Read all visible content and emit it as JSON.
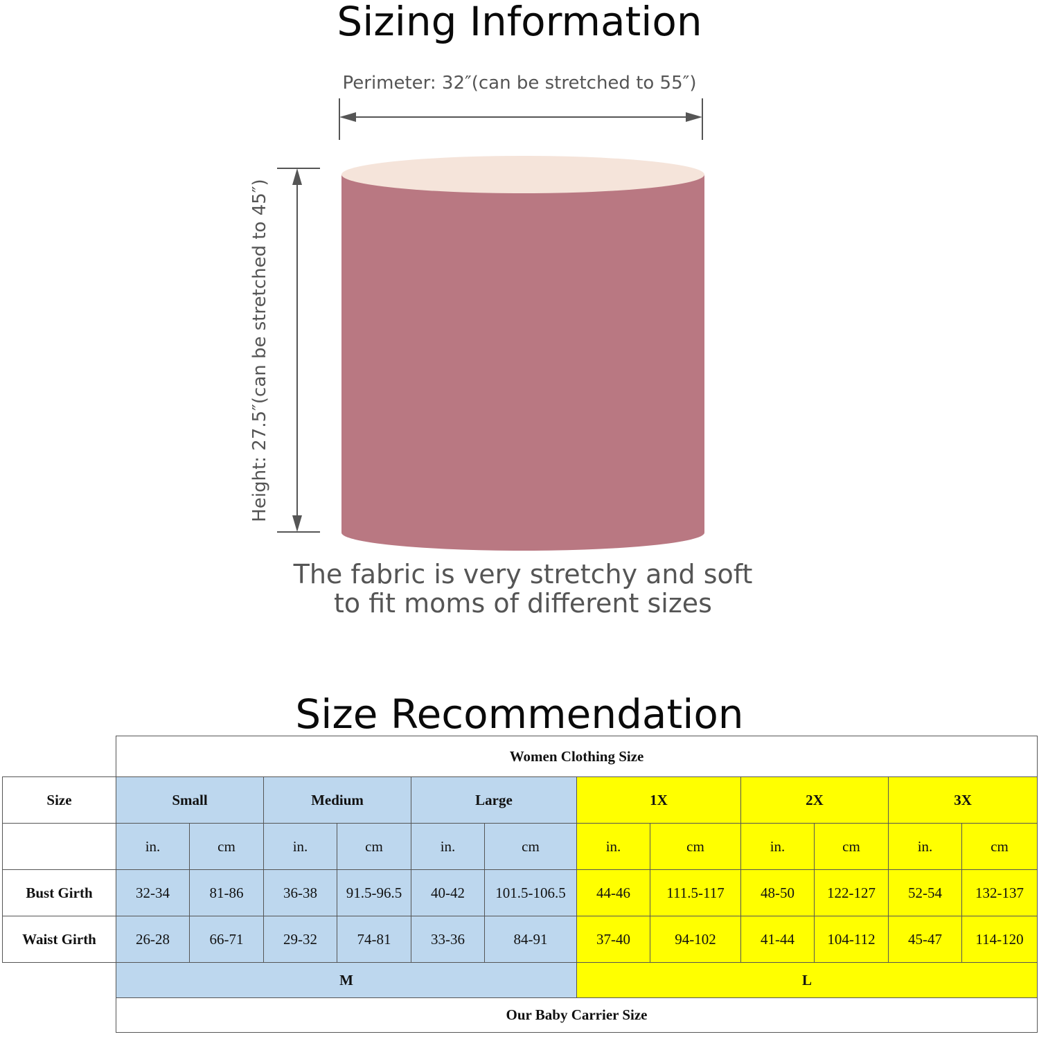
{
  "sizing": {
    "title": "Sizing Information",
    "perimeter_label": "Perimeter: 32″(can be stretched to 55″)",
    "height_label": "Height: 27.5″(can be stretched to 45″)",
    "message_line1": "The fabric is very stretchy and soft",
    "message_line2": "to fit moms of different sizes"
  },
  "colors": {
    "cylinder_body": "#b97882",
    "cylinder_top": "#f5e4da",
    "arrow": "#555555",
    "cell_blue": "#bdd7ee",
    "cell_yellow": "#ffff00"
  },
  "table": {
    "title": "Size Recommendation",
    "top_header": "Women Clothing Size",
    "size_header": "Size",
    "sizes": [
      "Small",
      "Medium",
      "Large",
      "1X",
      "2X",
      "3X"
    ],
    "unit_in": "in.",
    "unit_cm": "cm",
    "rows": [
      {
        "label": "Bust Girth",
        "values": [
          "32-34",
          "81-86",
          "36-38",
          "91.5-96.5",
          "40-42",
          "101.5-106.5",
          "44-46",
          "111.5-117",
          "48-50",
          "122-127",
          "52-54",
          "132-137"
        ]
      },
      {
        "label": "Waist Girth",
        "values": [
          "26-28",
          "66-71",
          "29-32",
          "74-81",
          "33-36",
          "84-91",
          "37-40",
          "94-102",
          "41-44",
          "104-112",
          "45-47",
          "114-120"
        ]
      }
    ],
    "carrier_sizes": [
      "M",
      "L"
    ],
    "footer": "Our Baby Carrier Size"
  }
}
